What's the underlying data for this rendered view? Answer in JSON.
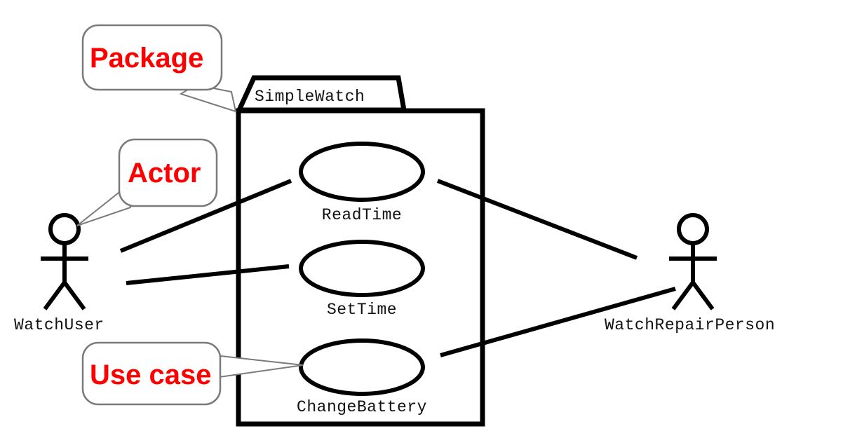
{
  "diagram": {
    "kind": "uml-use-case-diagram",
    "package": {
      "name": "SimpleWatch"
    },
    "actors": [
      {
        "id": "watch-user",
        "label": "WatchUser"
      },
      {
        "id": "watch-repair-person",
        "label": "WatchRepairPerson"
      }
    ],
    "use_cases": [
      {
        "id": "read-time",
        "label": "ReadTime"
      },
      {
        "id": "set-time",
        "label": "SetTime"
      },
      {
        "id": "change-battery",
        "label": "ChangeBattery"
      }
    ],
    "associations": [
      {
        "from": "WatchUser",
        "to": "ReadTime"
      },
      {
        "from": "WatchUser",
        "to": "SetTime"
      },
      {
        "from": "ReadTime",
        "to": "WatchRepairPerson"
      },
      {
        "from": "ChangeBattery",
        "to": "WatchRepairPerson"
      }
    ],
    "callouts": [
      {
        "id": "package-callout",
        "label": "Package",
        "points_to": "SimpleWatch"
      },
      {
        "id": "actor-callout",
        "label": "Actor",
        "points_to": "WatchUser"
      },
      {
        "id": "use-case-callout",
        "label": "Use case",
        "points_to": "ChangeBattery"
      }
    ],
    "colors": {
      "annotation": "#ff0000",
      "stroke": "#000000",
      "callout_border": "#7a7a7a",
      "background": "#ffffff"
    }
  }
}
